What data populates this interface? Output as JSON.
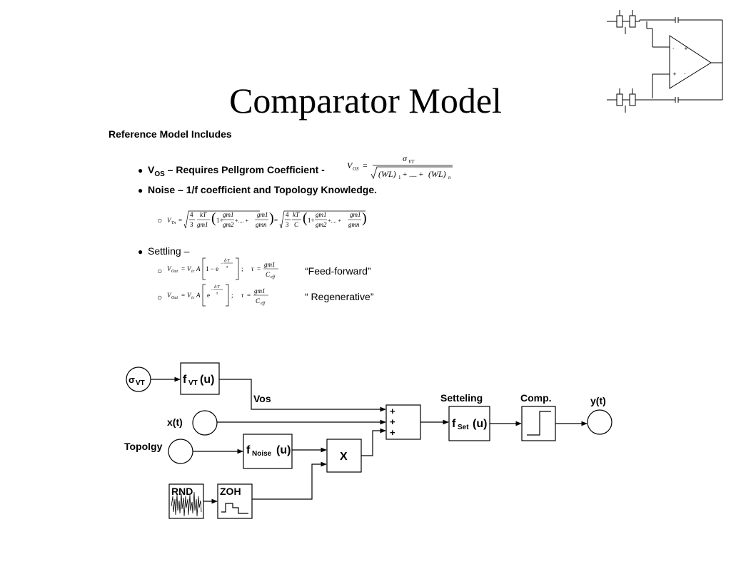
{
  "slide": {
    "title": "Comparator Model",
    "subtitle": "Reference Model Includes",
    "bullets": {
      "vos": {
        "prefix": "V",
        "sub": "OS",
        "text": " – Requires Pellgrom Coefficient  -"
      },
      "noise": {
        "text": "Noise – 1/f  coefficient and Topology Knowledge."
      },
      "settling": {
        "text": "Settling –"
      }
    },
    "settling_modes": {
      "feed_forward": "“Feed-forward”",
      "regenerative": "“ Regenerative”"
    },
    "bullet_char": "●",
    "sub_bullet_char": "○"
  },
  "equations": {
    "vos": {
      "lhs": "V",
      "lhs_sub": "OS",
      "eq": "=",
      "numer": "σ",
      "numer_sub": "VT",
      "den_a": "(WL)",
      "den_a_sub": "1",
      "den_mid": "+ .... +",
      "den_b": "(WL)",
      "den_b_sub": "n"
    },
    "noise": {
      "lhs": "V",
      "lhs_sub": "Tn",
      "four": "4",
      "three": "3",
      "kT": "kT",
      "gm1": "gm1",
      "gm2": "gm2",
      "gmn": "gmn",
      "one_plus": "1+",
      "dots": "+.... +",
      "eq": "=",
      "C": "C"
    },
    "settling": {
      "lhs": "V",
      "lhs_sub": "Out",
      "eq": "=",
      "vic": "V",
      "vic_sub": "ic",
      "A": "A",
      "one_minus": "1 − e",
      "e": "e",
      "neg_exp": "−",
      "exp_num": "δ·T",
      "exp_den": "τ",
      "semi": ";",
      "tau": "τ",
      "gm1": "gm1",
      "ceff": "C",
      "ceff_sub": "eff"
    }
  },
  "diagram": {
    "sigma_vt": {
      "sym": "σ",
      "sub": "VT"
    },
    "fvt": {
      "f": "f",
      "sub": "VT",
      "arg": "(u)"
    },
    "vos_label": "Vos",
    "xt_label": "x(t)",
    "topology_label": "Topolgy",
    "fnoise": {
      "f": "f",
      "sub": "Noise",
      "arg": "(u)"
    },
    "mult": "X",
    "sum_signs": [
      "+",
      "+",
      "+"
    ],
    "settling_label": "Setteling",
    "fset": {
      "f": "f",
      "sub": "Set",
      "arg": "(u)"
    },
    "comp_label": "Comp.",
    "yt_label": "y(t)",
    "rnd_label": "RND",
    "zoh_label": "ZOH"
  }
}
